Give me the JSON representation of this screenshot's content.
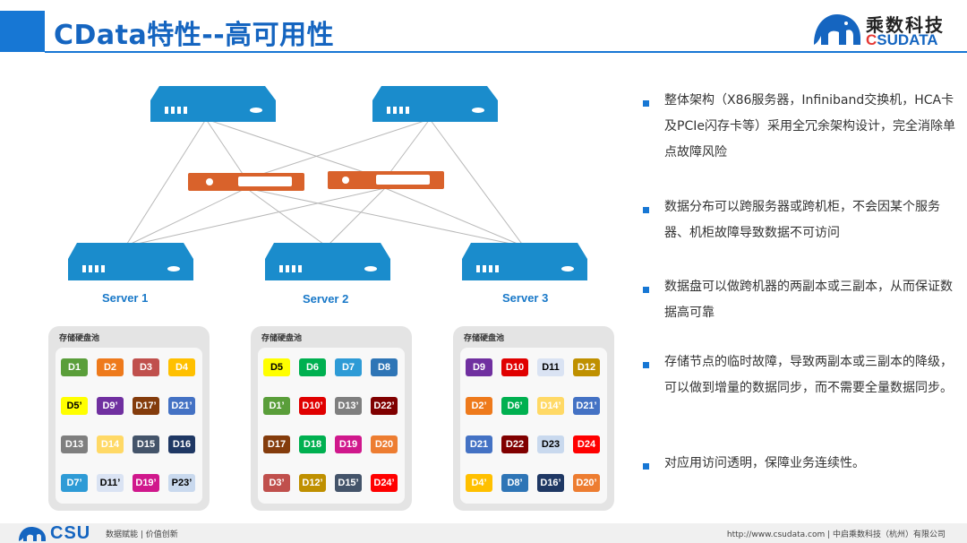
{
  "header": {
    "title": "CData特性--高可用性",
    "logo_cn": "乘数科技",
    "logo_en_c": "C",
    "logo_en_rest": "SUDATA"
  },
  "servers": [
    {
      "label": "Server 1"
    },
    {
      "label": "Server 2"
    },
    {
      "label": "Server 3"
    }
  ],
  "pools": [
    {
      "title": "存储硬盘池",
      "disks": [
        {
          "label": "D1",
          "color": "#5a9e3a"
        },
        {
          "label": "D2",
          "color": "#ee7a1c"
        },
        {
          "label": "D3",
          "color": "#c0504d"
        },
        {
          "label": "D4",
          "color": "#ffc000"
        },
        {
          "label": "D5’",
          "color": "#ffff00",
          "text": "#000000"
        },
        {
          "label": "D9’",
          "color": "#7030a0"
        },
        {
          "label": "D17’",
          "color": "#843c0c"
        },
        {
          "label": "D21’",
          "color": "#4472c4"
        },
        {
          "label": "D13",
          "color": "#7f7f7f"
        },
        {
          "label": "D14",
          "color": "#ffd966"
        },
        {
          "label": "D15",
          "color": "#44546a"
        },
        {
          "label": "D16",
          "color": "#1f3864"
        },
        {
          "label": "D7’",
          "color": "#2e9bd6"
        },
        {
          "label": "D11’",
          "color": "#dae3f3",
          "text": "#000000"
        },
        {
          "label": "D19’",
          "color": "#d0188c"
        },
        {
          "label": "P23’",
          "color": "#c9d9ee",
          "text": "#000000"
        }
      ]
    },
    {
      "title": "存储硬盘池",
      "disks": [
        {
          "label": "D5",
          "color": "#ffff00",
          "text": "#000000"
        },
        {
          "label": "D6",
          "color": "#00b050"
        },
        {
          "label": "D7",
          "color": "#2e9bd6"
        },
        {
          "label": "D8",
          "color": "#2e75b6"
        },
        {
          "label": "D1’",
          "color": "#5a9e3a"
        },
        {
          "label": "D10’",
          "color": "#e00000"
        },
        {
          "label": "D13’",
          "color": "#7f7f7f"
        },
        {
          "label": "D22’",
          "color": "#800000"
        },
        {
          "label": "D17",
          "color": "#843c0c"
        },
        {
          "label": "D18",
          "color": "#00b050"
        },
        {
          "label": "D19",
          "color": "#d0188c"
        },
        {
          "label": "D20",
          "color": "#ed7d31"
        },
        {
          "label": "D3’",
          "color": "#c0504d"
        },
        {
          "label": "D12’",
          "color": "#bf9000"
        },
        {
          "label": "D15’",
          "color": "#44546a"
        },
        {
          "label": "D24’",
          "color": "#ff0000"
        }
      ]
    },
    {
      "title": "存储硬盘池",
      "disks": [
        {
          "label": "D9",
          "color": "#7030a0"
        },
        {
          "label": "D10",
          "color": "#e00000"
        },
        {
          "label": "D11",
          "color": "#dae3f3",
          "text": "#000000"
        },
        {
          "label": "D12",
          "color": "#bf9000"
        },
        {
          "label": "D2’",
          "color": "#ee7a1c"
        },
        {
          "label": "D6’",
          "color": "#00b050"
        },
        {
          "label": "D14’",
          "color": "#ffd966"
        },
        {
          "label": "D21’",
          "color": "#4472c4"
        },
        {
          "label": "D21",
          "color": "#4472c4"
        },
        {
          "label": "D22",
          "color": "#800000"
        },
        {
          "label": "D23",
          "color": "#c9d9ee",
          "text": "#000000"
        },
        {
          "label": "D24",
          "color": "#ff0000"
        },
        {
          "label": "D4’",
          "color": "#ffc000"
        },
        {
          "label": "D8’",
          "color": "#2e75b6"
        },
        {
          "label": "D16’",
          "color": "#1f3864"
        },
        {
          "label": "D20’",
          "color": "#ed7d31"
        }
      ]
    }
  ],
  "bullets": [
    {
      "text": "整体架构（X86服务器，Infiniband交换机，HCA卡及PCIe闪存卡等）采用全冗余架构设计，完全消除单点故障风险"
    },
    {
      "text": "数据分布可以跨服务器或跨机柜，不会因某个服务器、机柜故障导致数据不可访问"
    },
    {
      "text": "数据盘可以做跨机器的两副本或三副本，从而保证数据高可靠"
    },
    {
      "text": "存储节点的临时故障，导致两副本或三副本的降级，可以做到增量的数据同步，而不需要全量数据同步。"
    },
    {
      "text": "对应用访问透明，保障业务连续性。"
    }
  ],
  "footer": {
    "brand": "CSU",
    "slogan": "数据赋能 | 价值创新",
    "right": "http://www.csudata.com  |  中启乘数科技（杭州）有限公司"
  },
  "colors": {
    "accent": "#1777d4",
    "switch_blue": "#1a8ccc",
    "switch_orange": "#d9622b"
  }
}
